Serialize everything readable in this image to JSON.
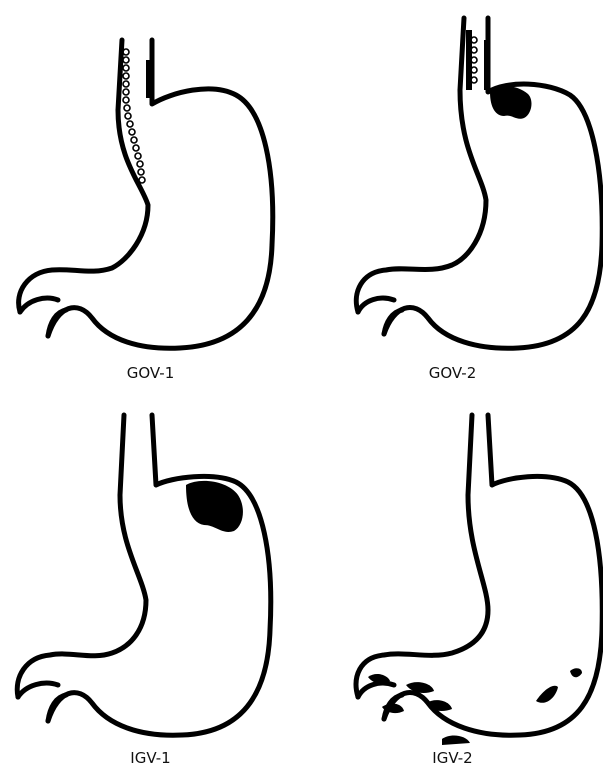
{
  "figure": {
    "panels": [
      {
        "label": "GOV-1",
        "varix_type": "gastroesophageal varices extending along lesser curvature"
      },
      {
        "label": "GOV-2",
        "varix_type": "gastroesophageal varices extending into fundus"
      },
      {
        "label": "IGV-1",
        "varix_type": "isolated varices in fundus"
      },
      {
        "label": "IGV-2",
        "varix_type": "isolated ectopic varices in body/antrum/duodenum"
      }
    ]
  }
}
